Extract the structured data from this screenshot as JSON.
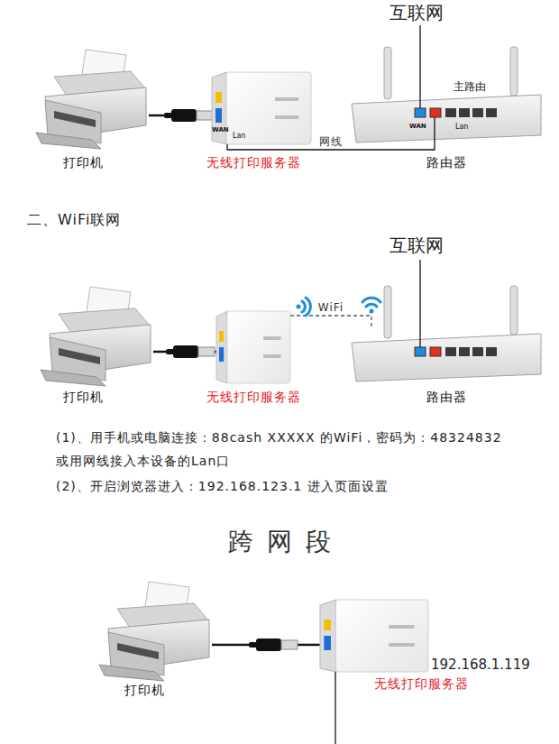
{
  "diagram": {
    "nodes": [
      {
        "text": [
          "打印机"
        ]
      },
      {
        "text": [
          "无线打印服务器"
        ]
      },
      {
        "text": [
          "路由器"
        ]
      },
      {
        "text": [
          "打印机"
        ]
      },
      {
        "text": [
          "无线打印服务器"
        ]
      },
      {
        "text": [
          "路由器"
        ]
      },
      {
        "text": [
          "打印机"
        ]
      },
      {
        "text": [
          "无线打印服务器"
        ]
      }
    ],
    "edges": [
      {
        "from": 0,
        "to": 1,
        "arrow": "none"
      },
      {
        "from": 1,
        "to": 2,
        "label": "网线",
        "arrow": "none"
      },
      {
        "from": 3,
        "to": 4,
        "arrow": "none"
      },
      {
        "from": 4,
        "to": 5,
        "label": "WiFi",
        "arrow": "none"
      },
      {
        "from": 6,
        "to": 7,
        "arrow": "none"
      }
    ],
    "labels": [
      "互联网",
      "主路由",
      "WAN",
      "Lan",
      "WAN",
      "Lan",
      "二、WiFi联网",
      "互联网",
      "(1)、用手机或电脑连接：88cash XXXXX 的WiFi，密码为：48324832 或用网线接入本设备的Lan口",
      "(2)、开启浏览器进入：192.168.123.1 进入页面设置",
      "跨 网 段",
      "192.168.1.119"
    ]
  }
}
